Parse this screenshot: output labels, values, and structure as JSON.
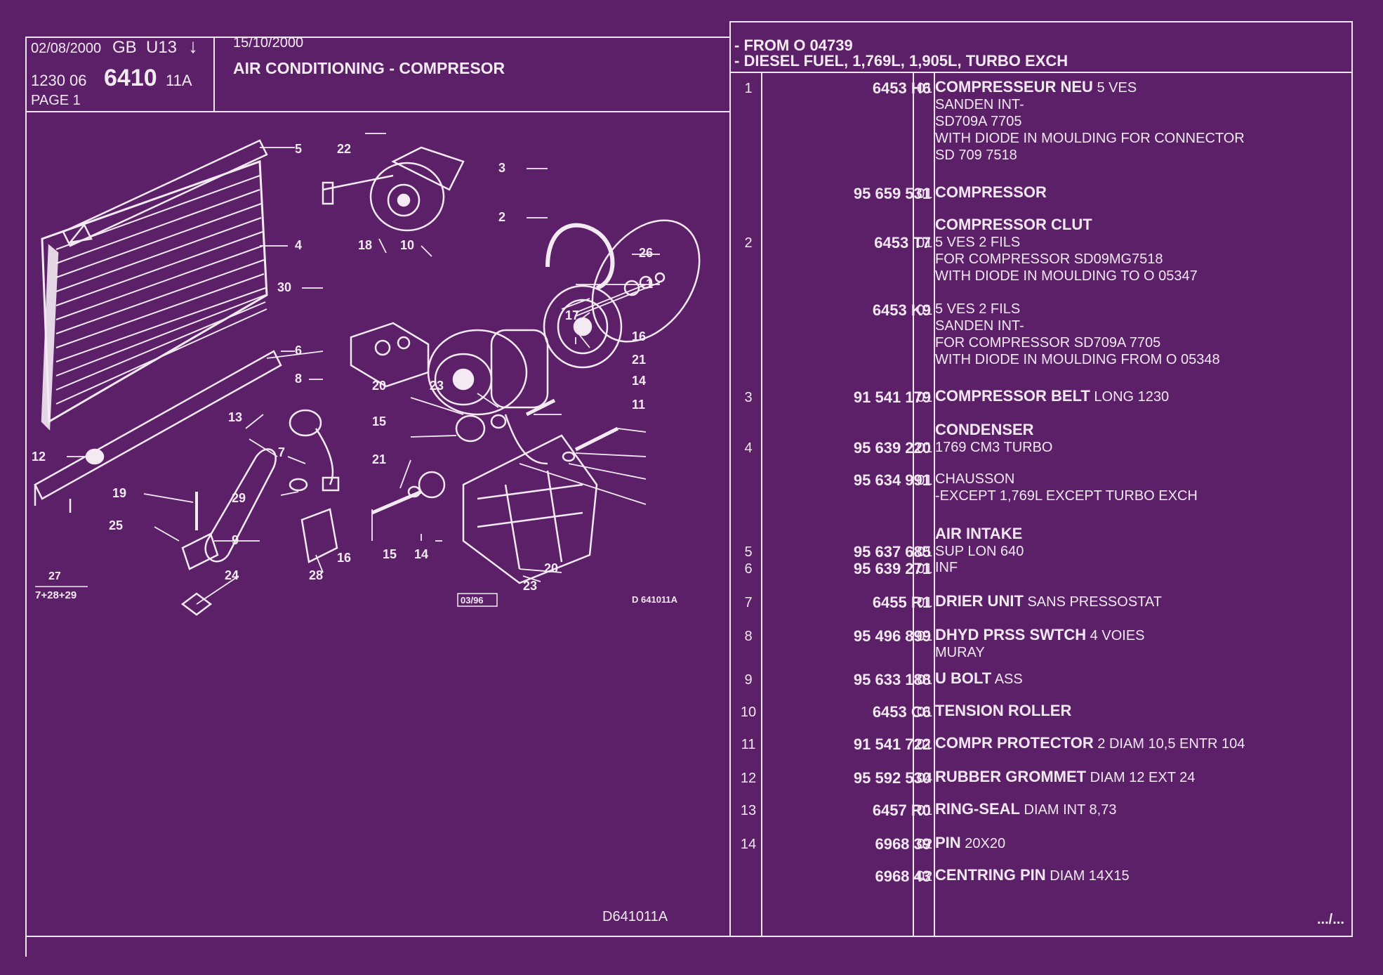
{
  "header": {
    "date1": "02/08/2000",
    "lang": "GB",
    "code": "U13",
    "line2_a": "1230 06",
    "section": "6410",
    "line2_b": "11A",
    "page": "PAGE 1",
    "date2": "15/10/2000",
    "title": "AIR CONDITIONING - COMPRESOR",
    "from": "- FROM  O  04739",
    "engine": "- DIESEL FUEL, 1,769L, 1,905L, TURBO EXCH"
  },
  "diagram": {
    "ref_code": "D 641011A",
    "date_box": "03/96",
    "footer_code": "D641011A",
    "formula_top": "27",
    "formula_bottom": "7+28+29",
    "callouts": [
      "5",
      "22",
      "18",
      "10",
      "3",
      "2",
      "26",
      "1",
      "4",
      "30",
      "17",
      "16",
      "21",
      "14",
      "11",
      "6",
      "8",
      "20",
      "23",
      "15",
      "13",
      "7",
      "12",
      "19",
      "29",
      "25",
      "9",
      "24",
      "28",
      "21",
      "16",
      "15",
      "14",
      "20",
      "23"
    ]
  },
  "parts": [
    {
      "num": "1",
      "ref": "6453 H6",
      "qty": "01",
      "lines": [
        {
          "b": "COMPRESSEUR NEU",
          "n": " 5 VES"
        },
        {
          "n": "SANDEN INT-"
        },
        {
          "n": "SD709A 7705"
        },
        {
          "n": "WITH DIODE IN MOULDING FOR CONNECTOR"
        },
        {
          "n": "SD 709 7518"
        }
      ]
    },
    {
      "num": "",
      "ref": "95 659 531",
      "qty": "01",
      "lines": [
        {
          "b": "COMPRESSOR",
          "n": ""
        }
      ]
    },
    {
      "num": "2",
      "ref": "6453 T7",
      "qty": "01",
      "lines": [
        {
          "b": "COMPRESSOR CLUT",
          "n": ""
        },
        {
          "n": "5 VES 2 FILS"
        },
        {
          "n": "FOR COMPRESSOR SD09MG7518"
        },
        {
          "n": "WITH DIODE IN MOULDING TO  O  05347"
        }
      ]
    },
    {
      "num": "",
      "ref": "6453 K9",
      "qty": "01",
      "lines": [
        {
          "n": "5 VES 2 FILS"
        },
        {
          "n": "SANDEN INT-"
        },
        {
          "n": "FOR COMPRESSOR SD709A 7705"
        },
        {
          "n": "WITH DIODE IN MOULDING FROM  O  05348"
        }
      ]
    },
    {
      "num": "3",
      "ref": "91 541 179",
      "qty": "01",
      "lines": [
        {
          "b": "COMPRESSOR BELT",
          "n": " LONG 1230"
        }
      ]
    },
    {
      "num": "4",
      "ref": "95 639 220",
      "qty": "01",
      "lines": [
        {
          "b": "CONDENSER",
          "n": ""
        },
        {
          "n": "1769 CM3 TURBO"
        }
      ]
    },
    {
      "num": "",
      "ref": "95 634 991",
      "qty": "01",
      "lines": [
        {
          "n": "CHAUSSON"
        },
        {
          "n": "-EXCEPT  1,769L EXCEPT TURBO EXCH"
        }
      ]
    },
    {
      "num": "5",
      "ref": "95 637 685",
      "qty": "01",
      "lines": [
        {
          "b": "AIR INTAKE",
          "n": ""
        },
        {
          "n": "SUP LON 640"
        }
      ]
    },
    {
      "num": "6",
      "ref": "95 639 271",
      "qty": "01",
      "lines": [
        {
          "n": "INF"
        }
      ]
    },
    {
      "num": "7",
      "ref": "6455 R1",
      "qty": "01",
      "lines": [
        {
          "b": "DRIER UNIT",
          "n": " SANS PRESSOSTAT"
        }
      ]
    },
    {
      "num": "8",
      "ref": "95 496 899",
      "qty": "01",
      "lines": [
        {
          "b": "DHYD PRSS SWTCH",
          "n": " 4 VOIES"
        },
        {
          "n": "MURAY"
        }
      ]
    },
    {
      "num": "9",
      "ref": "95 633 188",
      "qty": "01",
      "lines": [
        {
          "b": "U BOLT",
          "n": " ASS"
        }
      ]
    },
    {
      "num": "10",
      "ref": "6453 C6",
      "qty": "01",
      "lines": [
        {
          "b": "TENSION ROLLER",
          "n": ""
        }
      ]
    },
    {
      "num": "11",
      "ref": "91 541 722",
      "qty": "01",
      "lines": [
        {
          "b": "COMPR PROTECTOR",
          "n": " 2 DIAM 10,5 ENTR 104"
        }
      ]
    },
    {
      "num": "12",
      "ref": "95 592 530",
      "qty": "04",
      "lines": [
        {
          "b": "RUBBER GROMMET",
          "n": " DIAM 12 EXT 24"
        }
      ]
    },
    {
      "num": "13",
      "ref": "6457 R0",
      "qty": "01",
      "lines": [
        {
          "b": "RING-SEAL",
          "n": " DIAM INT 8,73"
        }
      ]
    },
    {
      "num": "14",
      "ref": "6968 39",
      "qty": "02",
      "lines": [
        {
          "b": "PIN",
          "n": " 20X20"
        }
      ]
    },
    {
      "num": "",
      "ref": "6968 43",
      "qty": "02",
      "lines": [
        {
          "b": "CENTRING PIN",
          "n": " DIAM 14X15"
        }
      ]
    }
  ],
  "footer": {
    "continued": ".../..."
  }
}
